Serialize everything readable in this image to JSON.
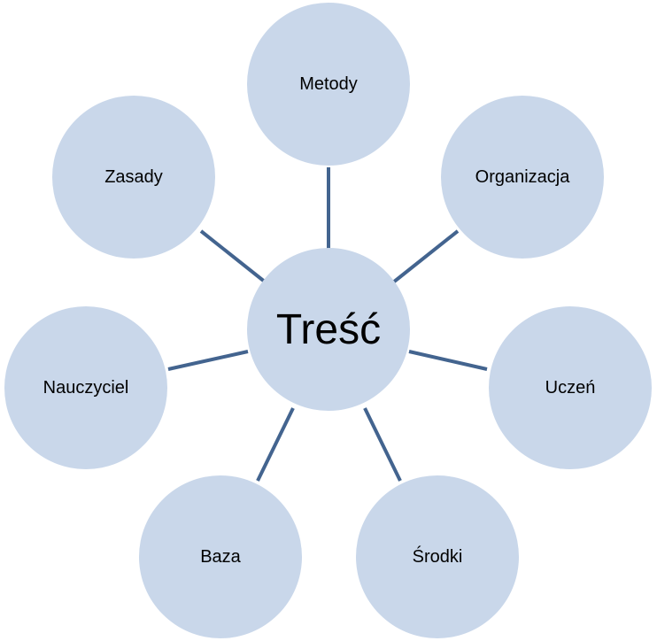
{
  "diagram": {
    "center": {
      "label": "Treść"
    },
    "nodes": [
      {
        "label": "Metody"
      },
      {
        "label": "Organizacja"
      },
      {
        "label": "Uczeń"
      },
      {
        "label": "Środki"
      },
      {
        "label": "Baza"
      },
      {
        "label": "Nauczyciel"
      },
      {
        "label": "Zasady"
      }
    ]
  },
  "colors": {
    "node_fill": "#c9d7ea",
    "connector": "#43648f",
    "text": "#000000"
  }
}
